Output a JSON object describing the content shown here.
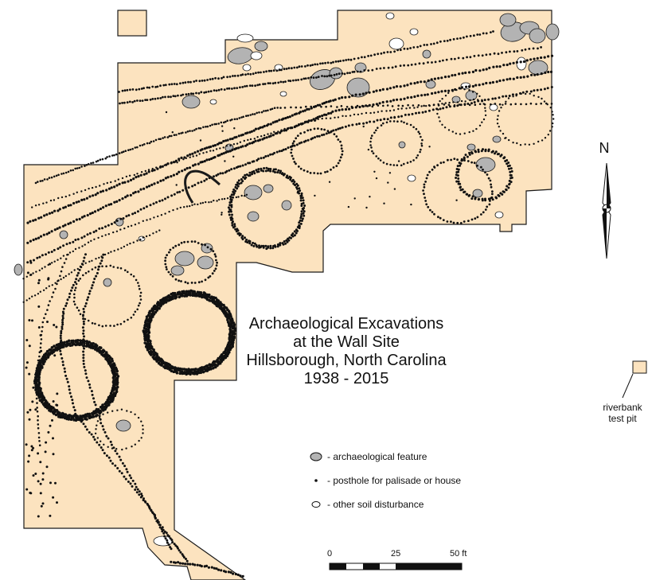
{
  "title": {
    "lines": [
      "Archaeological Excavations",
      "at the Wall Site",
      "Hillsborough, North Carolina",
      "1938 - 2015"
    ]
  },
  "north_arrow": {
    "label": "N"
  },
  "legend": {
    "items": [
      {
        "id": "feature",
        "label": "- archaeological feature",
        "symbol": "gray-ellipse-icon"
      },
      {
        "id": "posthole",
        "label": "- posthole for palisade or house",
        "symbol": "black-dot-icon"
      },
      {
        "id": "disturbance",
        "label": "- other soil disturbance",
        "symbol": "white-ellipse-icon"
      }
    ]
  },
  "riverbank": {
    "label_line1": "riverbank",
    "label_line2": "test pit"
  },
  "scale_bar": {
    "ticks": [
      "0",
      "25",
      "50 ft"
    ],
    "unit": "ft",
    "max": 50
  },
  "colors": {
    "excavation": "#fce3bf",
    "outline": "#1a1a1a",
    "feature": "#b3b3b3",
    "posthole": "#111111",
    "disturbance": "#ffffff"
  }
}
